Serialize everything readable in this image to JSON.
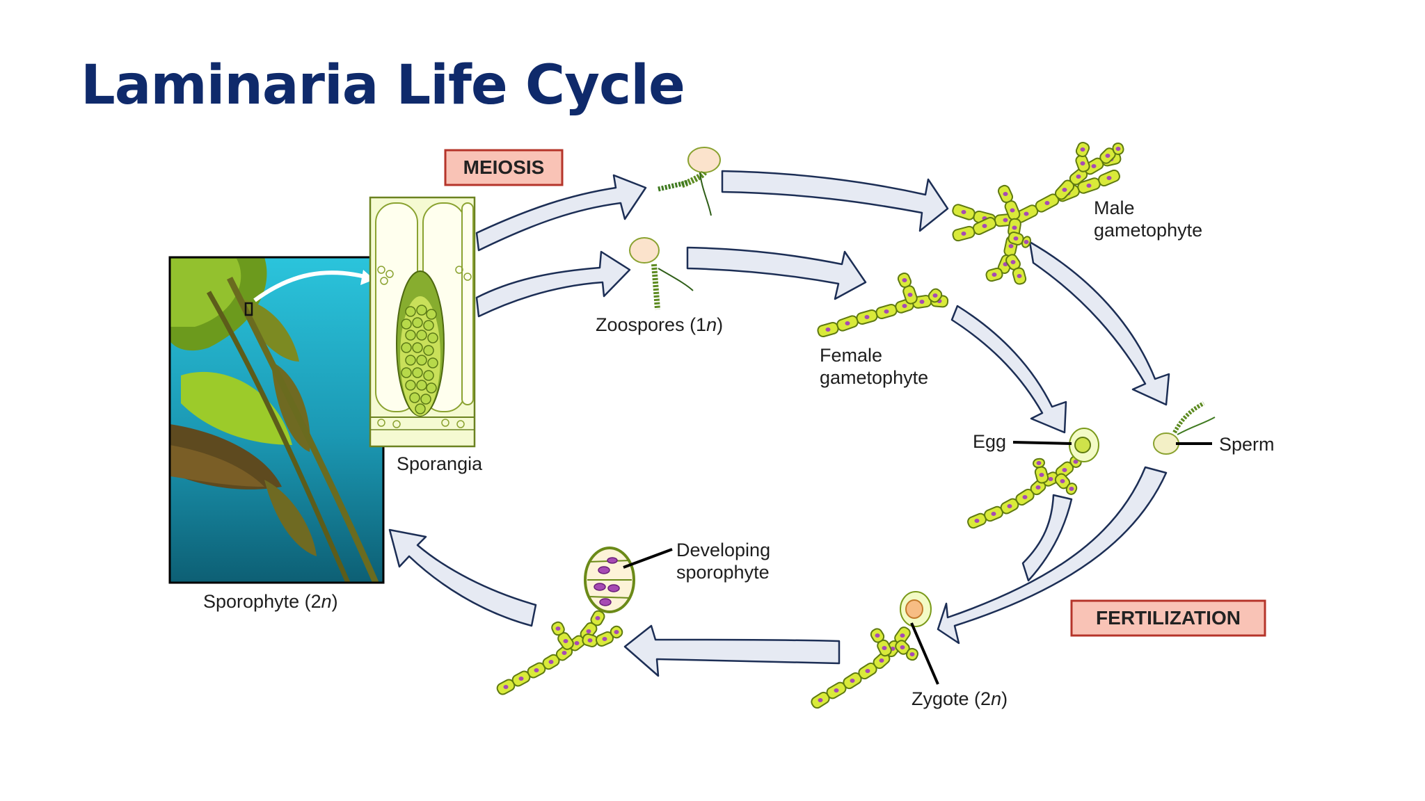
{
  "slide": {
    "title": "Laminaria Life Cycle"
  },
  "colors": {
    "title": "#0f2a6b",
    "arrow_fill": "#e6eaf3",
    "arrow_stroke": "#1c2e55",
    "stage_box_fill": "#f9c3b6",
    "stage_box_stroke": "#b5342a",
    "cell_fill": "#d9ea3a",
    "cell_stroke": "#5f7a10",
    "nucleus": "#a64ab3"
  },
  "stages": {
    "meiosis": "MEIOSIS",
    "fertilization": "FERTILIZATION"
  },
  "labels": {
    "sporangia": "Sporangia",
    "zoospores_pre": "Zoospores (1",
    "zoospores_n": "n",
    "zoospores_post": ")",
    "male_line1": "Male",
    "male_line2": "gametophyte",
    "female_line1": "Female",
    "female_line2": "gametophyte",
    "egg": "Egg",
    "sperm": "Sperm",
    "zygote_pre": "Zygote (2",
    "zygote_n": "n",
    "zygote_post": ")",
    "developing_line1": "Developing",
    "developing_line2": "sporophyte",
    "sporophyte_pre": "Sporophyte (2",
    "sporophyte_n": "n",
    "sporophyte_post": ")"
  }
}
